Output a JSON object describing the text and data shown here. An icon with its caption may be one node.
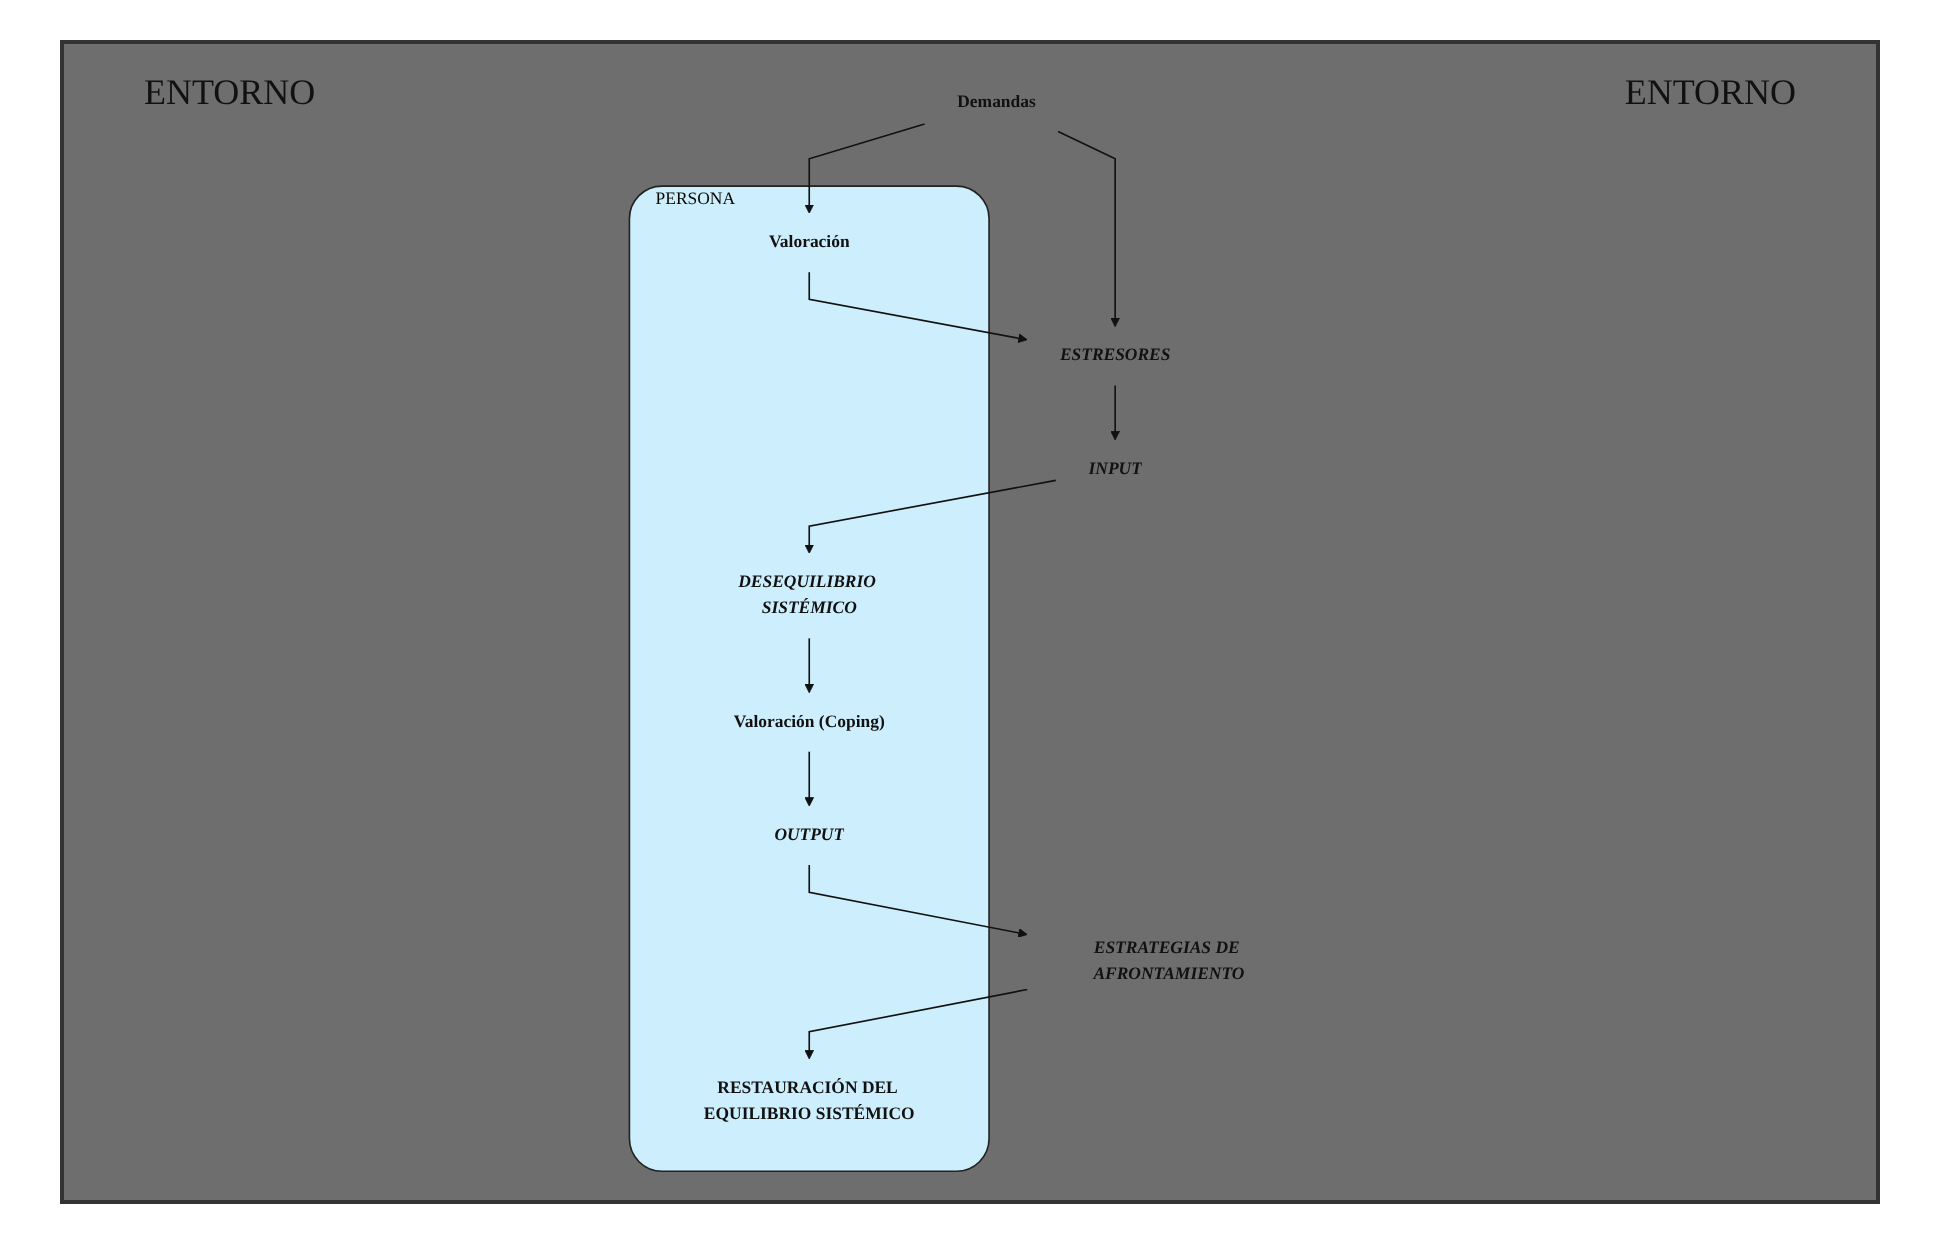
{
  "diagram": {
    "nodes": [
      {
        "text": [
          "PERSONA"
        ]
      },
      {
        "text": [
          "Demandas"
        ]
      },
      {
        "text": [
          "Valoración"
        ],
        "in": 0
      },
      {
        "text": [
          "ESTRESORES"
        ]
      },
      {
        "text": [
          "INPUT"
        ]
      },
      {
        "text": [
          "DESEQUILIBRIO SISTÉMICO"
        ],
        "in": 0
      },
      {
        "text": [
          "Valoración (Coping)"
        ],
        "in": 0
      },
      {
        "text": [
          "OUTPUT"
        ],
        "in": 0
      },
      {
        "text": [
          "ESTRATEGIAS DE AFRONTAMIENTO"
        ]
      },
      {
        "text": [
          "RESTAURACIÓN DEL EQUILIBRIO SISTÉMICO"
        ],
        "in": 0
      }
    ],
    "edges": [
      {
        "from": 1,
        "to": 2,
        "arrow": "to"
      },
      {
        "from": 2,
        "to": 3,
        "arrow": "to"
      },
      {
        "from": 1,
        "to": 3,
        "arrow": "to"
      },
      {
        "from": 3,
        "to": 4,
        "arrow": "to"
      },
      {
        "from": 4,
        "to": 5,
        "arrow": "to"
      },
      {
        "from": 5,
        "to": 6,
        "arrow": "to"
      },
      {
        "from": 6,
        "to": 7,
        "arrow": "to"
      },
      {
        "from": 7,
        "to": 8,
        "arrow": "to"
      },
      {
        "from": 8,
        "to": 9,
        "arrow": "to"
      }
    ],
    "labels": [
      "ENTORNO",
      "ENTORNO"
    ]
  }
}
